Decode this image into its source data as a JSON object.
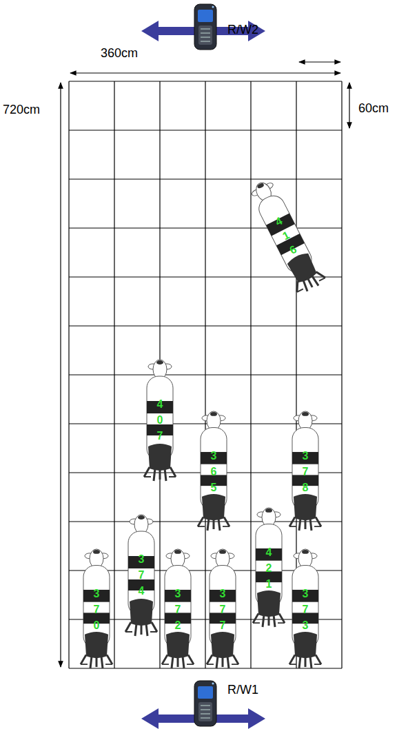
{
  "diagram": {
    "labels": [
      "360cm",
      "R/W2",
      "60cm",
      "720cm",
      "416",
      "407",
      "365",
      "378",
      "374",
      "421",
      "370",
      "372",
      "377",
      "373",
      "R/W1"
    ]
  }
}
